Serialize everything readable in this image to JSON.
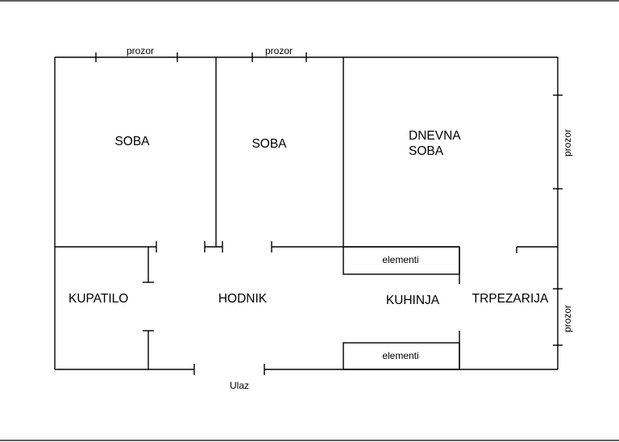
{
  "labels": {
    "window_top_left": "prozor",
    "window_top_middle": "prozor",
    "window_right_upper": "prozor",
    "window_right_lower": "prozor",
    "room_soba_left": "SOBA",
    "room_soba_middle": "SOBA",
    "room_dnevna_line1": "DNEVNA",
    "room_dnevna_line2": "SOBA",
    "room_kupatilo": "KUPATILO",
    "room_hodnik": "HODNIK",
    "room_kuhinja": "KUHINJA",
    "room_trpezarija": "TRPEZARIJA",
    "elementi_upper": "elementi",
    "elementi_lower": "elementi",
    "entrance": "Ulaz"
  }
}
